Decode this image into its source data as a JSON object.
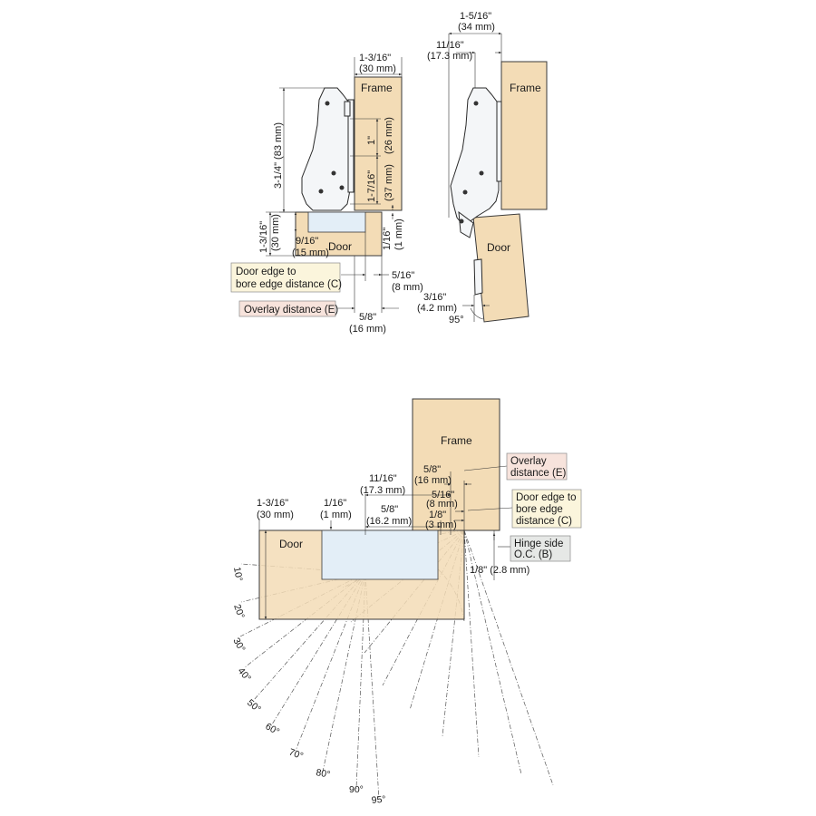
{
  "labels": {
    "frame": "Frame",
    "door": "Door",
    "c_line1": "Door edge to",
    "c_line2": "bore edge distance (C)",
    "c2_line1": "Door edge to",
    "c2_line2": "bore edge",
    "c2_line3": "distance (C)",
    "e": "Overlay distance (E)",
    "e2_line1": "Overlay",
    "e2_line2": "distance (E)",
    "b_line1": "Hinge side",
    "b_line2": "O.C. (B)"
  },
  "dims": {
    "w30_in": "1-3/16\"",
    "w30_mm": "(30 mm)",
    "h83": "3-1/4\" (83 mm)",
    "d1_in": "1\"",
    "d1_mm": "(26 mm)",
    "d17_in": "1-7/16\"",
    "d17_mm": "(37 mm)",
    "d116_in": "1/16\"",
    "d116_mm": "(1 mm)",
    "dT_in": "1-3/16\"",
    "dT_mm": "(30 mm)",
    "d916_in": "9/16\"",
    "d916_mm": "(15 mm)",
    "d516_in": "5/16\"",
    "d516_mm": "(8 mm)",
    "d58_in": "5/8\"",
    "d58_mm": "(16 mm)",
    "r1516_in": "1-5/16\"",
    "r1516_mm": "(34 mm)",
    "r1116_in": "11/16\"",
    "r1116_mm": "(17.3 mm)",
    "r316_in": "3/16\"",
    "r316_mm": "(4.2 mm)",
    "r95": "95°",
    "b58_in": "5/8\"",
    "b58_mm": "(16 mm)",
    "b1116_in": "11/16\"",
    "b1116_mm": "(17.3 mm)",
    "b516_in": "5/16\"",
    "b516_mm": "(8 mm)",
    "b1316_in": "1-3/16\"",
    "b1316_mm": "(30 mm)",
    "b116_in": "1/16\"",
    "b116_mm": "(1 mm)",
    "b58s_in": "5/8\"",
    "b58s_mm": "(16.2 mm)",
    "b18_in": "1/8\"",
    "b18_mm": "(3 mm)",
    "b18b": "1/8\" (2.8 mm)"
  },
  "angles": [
    "10°",
    "20°",
    "30°",
    "40°",
    "50°",
    "60°",
    "70°",
    "80°",
    "90°",
    "95°"
  ]
}
